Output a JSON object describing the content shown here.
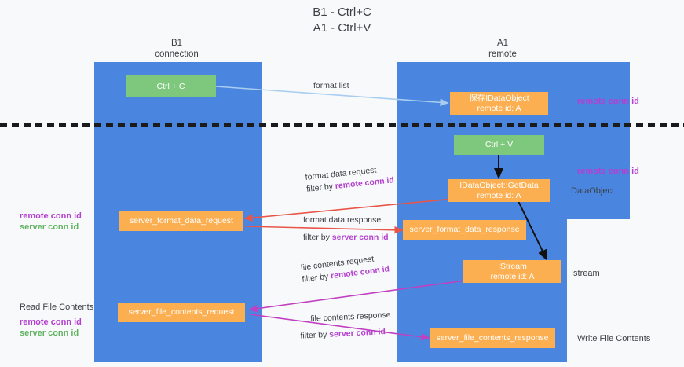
{
  "title": {
    "line1": "B1 - Ctrl+C",
    "line2": "A1 - Ctrl+V"
  },
  "colors": {
    "lane": "#4a86e0",
    "green_box": "#7ec87e",
    "orange_box": "#fbaf51",
    "purple_text": "#b43fd0",
    "green_text": "#5fb35f",
    "arrow_lightblue": "#a8cdf0",
    "arrow_red": "#e8564a",
    "arrow_magenta": "#c13fc1",
    "arrow_black": "#000000",
    "background": "#f8f9fa"
  },
  "columns": [
    {
      "name": "B1",
      "sub": "connection"
    },
    {
      "name": "A1",
      "sub": "remote"
    }
  ],
  "boxes": {
    "ctrl_c": {
      "line1": "Ctrl + C",
      "line2": ""
    },
    "save_idataobject": {
      "line1": "保存IDataObject",
      "line2": "remote id: A"
    },
    "ctrl_v": {
      "line1": "Ctrl + V",
      "line2": ""
    },
    "getdata": {
      "line1": "IDataObject::GetData",
      "line2": "remote id: A"
    },
    "format_req": {
      "line1": "server_format_data_request",
      "line2": ""
    },
    "format_resp": {
      "line1": "server_format_data_response",
      "line2": ""
    },
    "istream": {
      "line1": "IStream",
      "line2": "remote id: A"
    },
    "file_req": {
      "line1": "server_file_contents_request",
      "line2": ""
    },
    "file_resp": {
      "line1": "server_file_contents_response",
      "line2": ""
    }
  },
  "edge_labels": {
    "format_list": {
      "text": "format list",
      "filter_prefix": "",
      "filter_key": ""
    },
    "format_data_request": {
      "text": "format data request",
      "filter_prefix": "filter by ",
      "filter_key": "remote conn id"
    },
    "format_data_response": {
      "text": "format data response",
      "filter_prefix": "filter by ",
      "filter_key": "server conn id"
    },
    "file_contents_request": {
      "text": "file contents request",
      "filter_prefix": "filter by ",
      "filter_key": "remote conn id"
    },
    "file_contents_response": {
      "text": "file contents response",
      "filter_prefix": "filter by ",
      "filter_key": "server conn id"
    }
  },
  "side_labels": {
    "right_remote_conn_1": "remote conn id",
    "right_remote_conn_2": "remote conn id",
    "right_dataobject": "DataObject",
    "right_istream": "Istream",
    "right_write_file": "Write File Contents",
    "left_remote_conn": "remote conn id",
    "left_server_conn": "server conn id",
    "left_read_file": "Read File Contents",
    "left_remote_conn_2": "remote conn id",
    "left_server_conn_2": "server conn id"
  }
}
